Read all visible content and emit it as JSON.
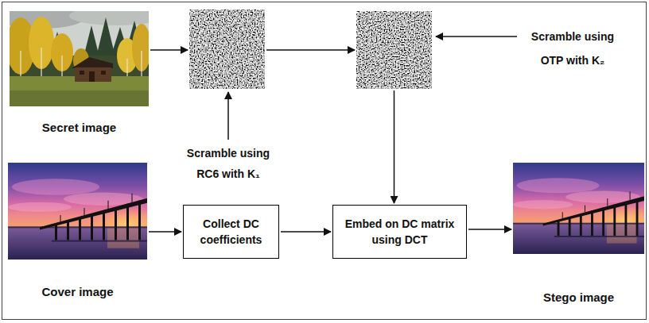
{
  "diagram": {
    "nodes": [
      {
        "text": [
          "Secret image"
        ]
      },
      {
        "text": []
      },
      {
        "text": []
      },
      {
        "text": [
          "Cover image"
        ]
      },
      {
        "text": [
          "Collect DC coefficients"
        ]
      },
      {
        "text": [
          "Embed on DC matrix using DCT"
        ]
      },
      {
        "text": [
          "Stego image"
        ]
      }
    ],
    "edges": [
      {
        "from": 0,
        "to": 1,
        "arrow": "to"
      },
      {
        "from": 1,
        "to": 2,
        "arrow": "to"
      },
      {
        "from": 2,
        "to": 5,
        "arrow": "to"
      },
      {
        "from": 3,
        "to": 4,
        "arrow": "to"
      },
      {
        "from": 4,
        "to": 5,
        "arrow": "to"
      },
      {
        "from": 5,
        "to": 6,
        "arrow": "to"
      }
    ],
    "labels": [
      "Scramble using RC6 with K₁",
      "Scramble using OTP with K₂"
    ]
  }
}
